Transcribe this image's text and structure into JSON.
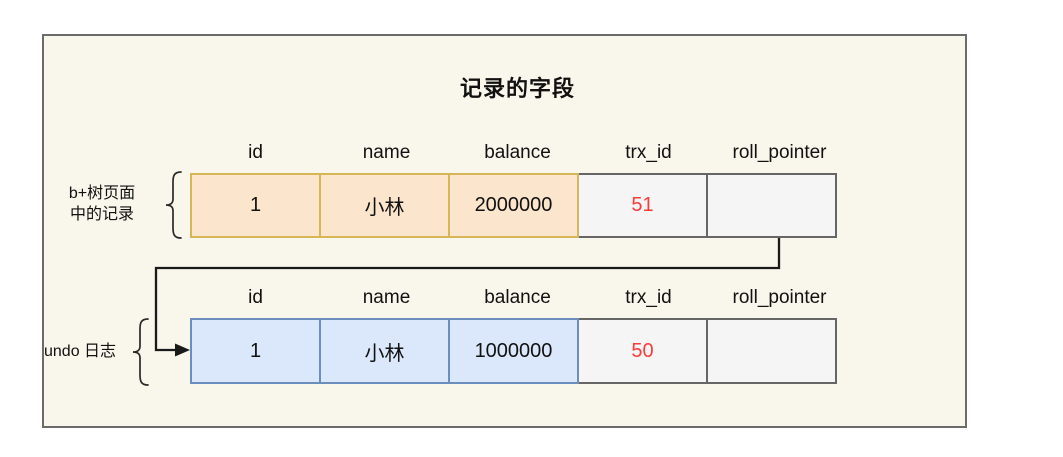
{
  "title": "记录的字段",
  "columns": [
    "id",
    "name",
    "balance",
    "trx_id",
    "roll_pointer"
  ],
  "btree_row": {
    "label_line1": "b+树页面",
    "label_line2": "中的记录",
    "id": "1",
    "name": "小林",
    "balance": "2000000",
    "trx_id": "51",
    "roll_pointer_icon": "circle-icon"
  },
  "undo_row": {
    "label": "undo 日志",
    "id": "1",
    "name": "小林",
    "balance": "1000000",
    "trx_id": "50",
    "roll_pointer_icon": "circle-icon"
  },
  "connector": {
    "from": "btree_row.roll_pointer",
    "to": "undo_row",
    "style": "elbow-arrow"
  },
  "colors": {
    "canvas_background": "#f9f6eb",
    "canvas_border": "#6b6b6b",
    "btree_cell_fill": "#fce5cd",
    "btree_cell_border": "#d6b656",
    "undo_cell_fill": "#dbe8fb",
    "undo_cell_border": "#6c8ebf",
    "system_cell_fill": "#f5f5f5",
    "system_cell_border": "#666666",
    "trx_id_text": "#f93b3b",
    "connector_stroke": "#1a1a1a",
    "text": "#111111"
  }
}
